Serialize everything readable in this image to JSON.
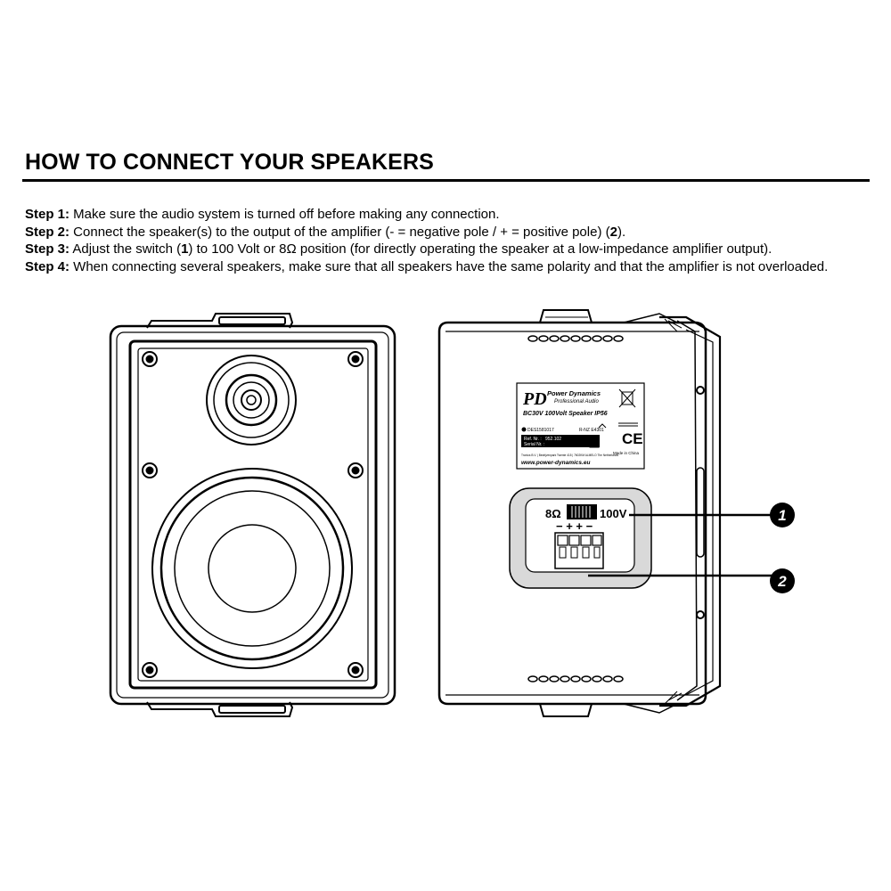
{
  "heading": "HOW TO CONNECT YOUR SPEAKERS",
  "steps": [
    {
      "label": "Step 1:",
      "text": " Make sure the audio system is turned off before making any connection."
    },
    {
      "label": "Step 2:",
      "pre": " Connect the speaker(s) to the output of the amplifier (- = negative pole / + = positive pole) (",
      "bold": "2",
      "post": ")."
    },
    {
      "label": "Step 3:",
      "pre": " Adjust the switch (",
      "bold": "1",
      "post": ") to 100 Volt or 8Ω position (for directly operating the speaker at a low-impedance amplifier output)."
    },
    {
      "label": "Step 4:",
      "text": " When connecting several speakers, make sure that all speakers have the same polarity and that the amplifier is not overloaded."
    }
  ],
  "label_plate": {
    "brand": "Power Dynamics",
    "brand_sub": "Professional Audio",
    "logo": "PD",
    "model": "BC30V 100Volt Speaker IP56",
    "ref_label": "Ref. Nr. :",
    "ref_value": "952.102",
    "serial_label": "Serial Nr. :",
    "code1": "DES1581017",
    "code2": "R-NZ E4301",
    "made_in": "Made in China",
    "ce": "CE",
    "address": "Tronios B.V. | Bedrijvenpark Twente 415 | 7602KM ALMELO The Netherlands",
    "url": "www.power-dynamics.eu"
  },
  "terminal": {
    "left_label": "8Ω",
    "right_label": "100V",
    "polarity": "− + + −"
  },
  "callouts": {
    "one": "1",
    "two": "2"
  },
  "colors": {
    "panel_gray": "#d9d9d9",
    "text": "#000000"
  }
}
